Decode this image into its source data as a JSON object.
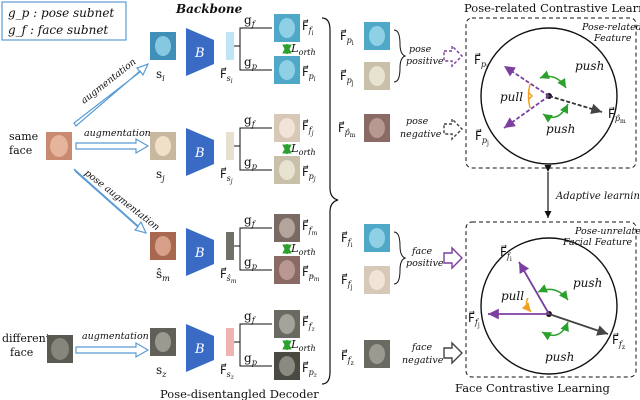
{
  "legend": {
    "pose_subnet": "g_p : pose subnet",
    "face_subnet": "g_f : face subnet"
  },
  "labels": {
    "backbone": "Backbone",
    "decoder": "Pose-disentangled Decoder",
    "same_face": [
      "same",
      "face"
    ],
    "different_face": [
      "different",
      "face"
    ],
    "augmentation": "augmentation",
    "pose_augmentation": "pose augmentation",
    "B": "B",
    "gf": "g_f",
    "gp": "g_p",
    "L_orth": "L_orth"
  },
  "rows": [
    {
      "input": "s_i",
      "feat": "F_si",
      "f": "F_fi",
      "p": "F_pi",
      "bar": "#bfe4f4"
    },
    {
      "input": "s_j",
      "feat": "F_sj",
      "f": "F_fj",
      "p": "F_pj",
      "bar": "#e8e0cc"
    },
    {
      "input": "ŝ_m",
      "feat": "F_ŝm",
      "f": "F_fm",
      "p": "F_p̂m",
      "bar": "#707068"
    },
    {
      "input": "s_z",
      "feat": "F_sz",
      "f": "F_fz",
      "p": "F_pz",
      "bar": "#f0b4b0"
    }
  ],
  "contrast": {
    "pose_positive": [
      "pose",
      "positive"
    ],
    "pose_negative": [
      "pose",
      "negative"
    ],
    "face_positive": [
      "face",
      "positive"
    ],
    "face_negative": [
      "face",
      "negative"
    ],
    "adaptive": "Adaptive learning"
  },
  "panels": {
    "top_title": "Pose-related Contrastive Learning",
    "top_feature": [
      "Pose-related",
      "Feature"
    ],
    "bottom_title": "Face Contrastive Learning",
    "bottom_feature": [
      "Pose-unrelated",
      "Facial Feature"
    ],
    "push": "push",
    "pull": "pull"
  },
  "colors": {
    "blue": "#3a6bc4",
    "green": "#2ca02c",
    "purple": "#7b3fa0",
    "orange": "#f0a020",
    "frame": "#5b9bd5"
  }
}
